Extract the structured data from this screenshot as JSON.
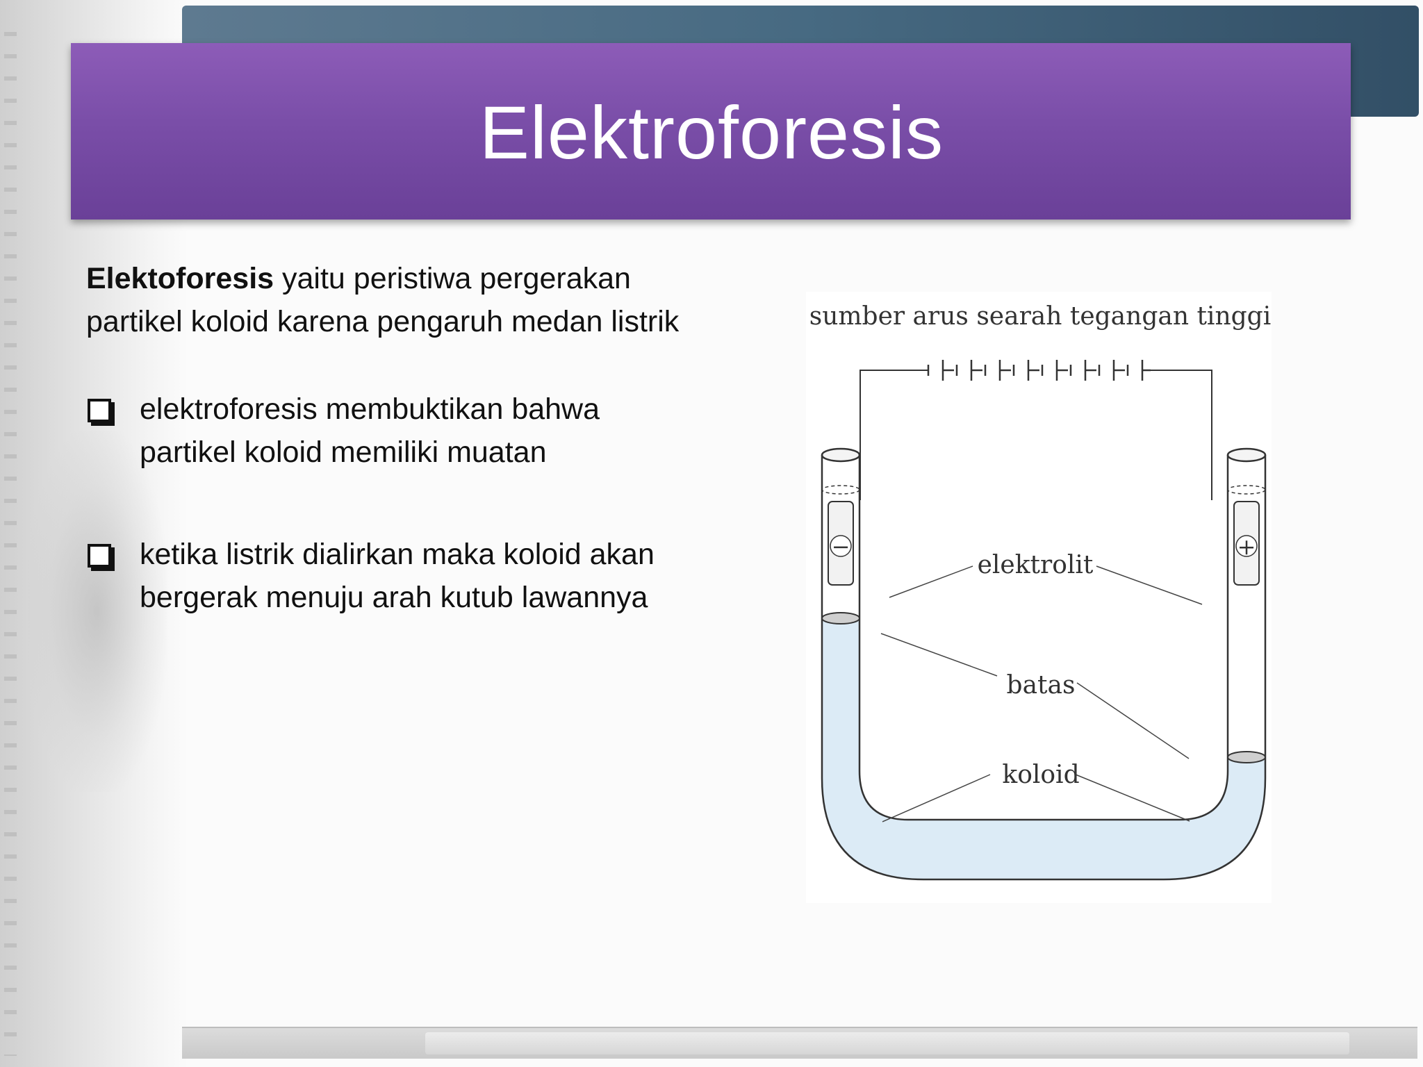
{
  "slide": {
    "title": "Elektroforesis",
    "intro": {
      "term": "Elektoforesis",
      "text": " yaitu peristiwa pergerakan partikel koloid karena pengaruh medan listrik"
    },
    "bullets": [
      "elektroforesis membuktikan bahwa partikel koloid memiliki muatan",
      "ketika listrik dialirkan maka koloid akan bergerak menuju arah kutub lawannya"
    ]
  },
  "figure": {
    "caption": "sumber arus searah tegangan tinggi",
    "labels": {
      "elektrolit": "elektrolit",
      "batas": "batas",
      "koloid": "koloid"
    },
    "electrodes": {
      "negative": "−",
      "positive": "+"
    },
    "colors": {
      "colloid": "#dcebf6",
      "tube_outline": "#333333"
    }
  }
}
